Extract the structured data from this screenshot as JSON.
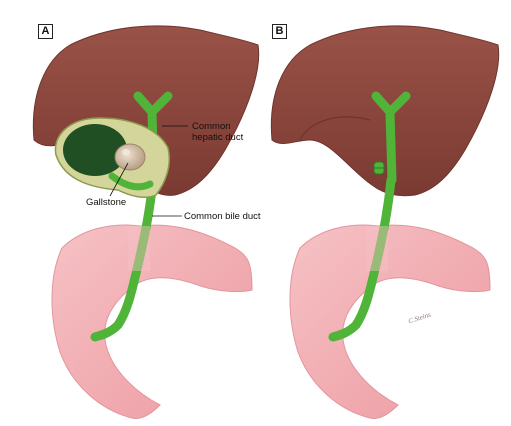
{
  "panels": [
    {
      "id": "A",
      "label": "A"
    },
    {
      "id": "B",
      "label": "B"
    }
  ],
  "labels": {
    "common_hepatic_duct_line1": "Common",
    "common_hepatic_duct_line2": "hepatic duct",
    "gallstone": "Gallstone",
    "common_bile_duct": "Common bile duct"
  },
  "signature": "C.Steins",
  "colors": {
    "liver": "#8e4a40",
    "duodenum": "#f1a9ae",
    "bile_duct": "#4fb438",
    "gallbladder_fluid": "#1f4f22",
    "gallbladder_wall": "#d4d59a",
    "gallstone": "#d8c4ae"
  }
}
